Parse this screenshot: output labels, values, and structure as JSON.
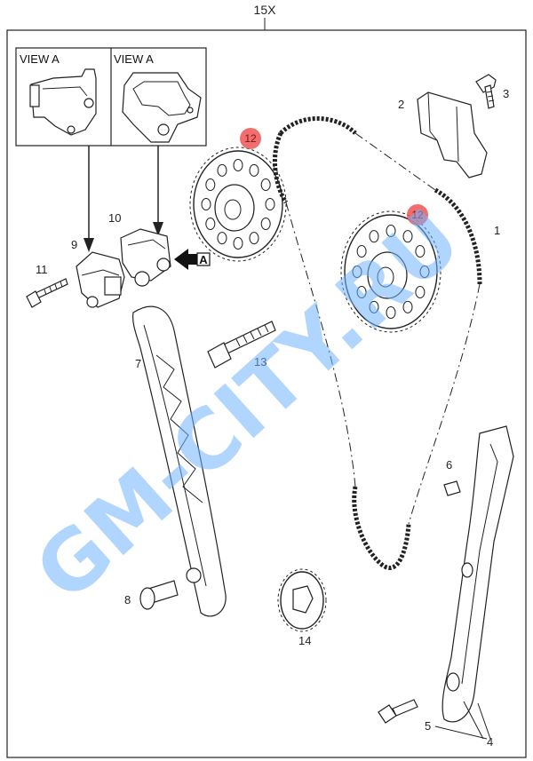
{
  "header": {
    "assembly_label": "15X"
  },
  "views": [
    {
      "label": "VIEW A"
    },
    {
      "label": "VIEW A"
    }
  ],
  "arrow_callout": {
    "letter": "A"
  },
  "badges": [
    {
      "text": "12",
      "color": "#ee5555"
    },
    {
      "text": "12",
      "color": "#ee5555"
    }
  ],
  "callouts": [
    {
      "number": "1"
    },
    {
      "number": "2"
    },
    {
      "number": "3"
    },
    {
      "number": "4"
    },
    {
      "number": "5"
    },
    {
      "number": "6"
    },
    {
      "number": "7"
    },
    {
      "number": "8"
    },
    {
      "number": "9"
    },
    {
      "number": "10"
    },
    {
      "number": "11"
    },
    {
      "number": "13"
    },
    {
      "number": "14"
    }
  ],
  "watermark": {
    "text": "GM-CITY.RU",
    "color": "#6fb2ff"
  }
}
